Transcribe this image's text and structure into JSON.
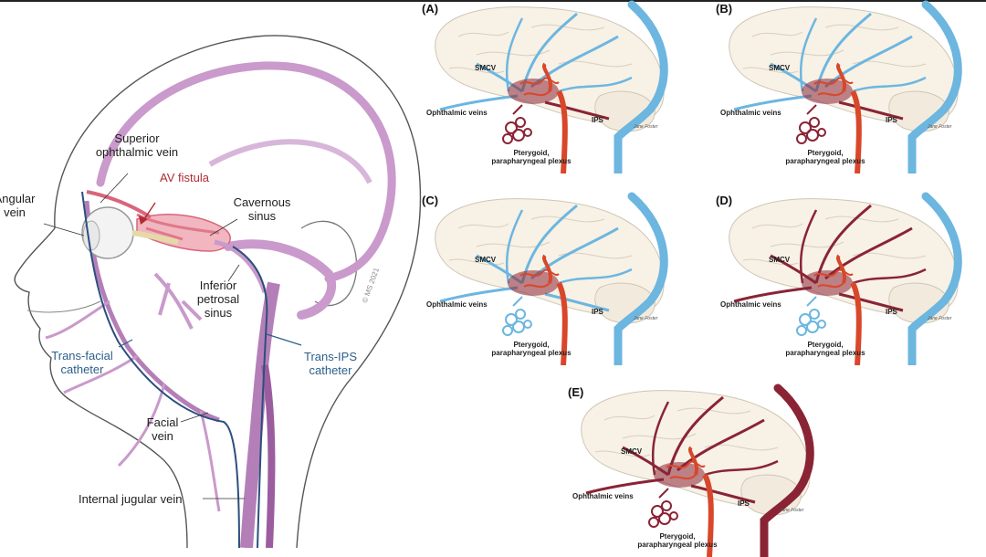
{
  "figure": {
    "left": {
      "labels": {
        "superior_ophthalmic_vein": "Superior ophthalmic vein",
        "av_fistula": "AV fistula",
        "angular_vein": "Angular vein",
        "cavernous_sinus": "Cavernous sinus",
        "inferior_petrosal_sinus": "Inferior petrosal sinus",
        "trans_facial_catheter": "Trans-facial catheter",
        "trans_ips_catheter": "Trans-IPS catheter",
        "facial_vein": "Facial vein",
        "internal_jugular_vein": "Internal jugular vein"
      },
      "copyright": "© MS 2021"
    },
    "panels": [
      {
        "label": "(A)",
        "smcv": "SMCV",
        "ophthalmic": "Ophthalmic veins",
        "ips": "IPS",
        "plexus": "Pterygoid, parapharyngeal plexus",
        "signature": "Jane Foster"
      },
      {
        "label": "(B)",
        "smcv": "SMCV",
        "ophthalmic": "Ophthalmic veins",
        "ips": "IPS",
        "plexus": "Pterygoid, parapharyngeal plexus",
        "signature": "Jane Foster"
      },
      {
        "label": "(C)",
        "smcv": "SMCV",
        "ophthalmic": "Ophthalmic veins",
        "ips": "IPS",
        "plexus": "Pterygoid, parapharyngeal plexus",
        "signature": "Jane Foster"
      },
      {
        "label": "(D)",
        "smcv": "SMCV",
        "ophthalmic": "Ophthalmic veins",
        "ips": "IPS",
        "plexus": "Pterygoid, parapharyngeal plexus",
        "signature": "Jane Foster"
      },
      {
        "label": "(E)",
        "smcv": "SMCV",
        "ophthalmic": "Ophthalmic veins",
        "ips": "IPS",
        "plexus": "Pterygoid, parapharyngeal plexus",
        "signature": "Jane Foster"
      }
    ],
    "colors": {
      "vein_purple": "#b47fb8",
      "vein_purple_light": "#d7b6da",
      "catheter_blue": "#2b4f7e",
      "artery_red": "#d9472b",
      "fistula_red": "#e0788a",
      "normal_vein_blue": "#6cb6e0",
      "arterialized_vein": "#8a2435"
    }
  }
}
